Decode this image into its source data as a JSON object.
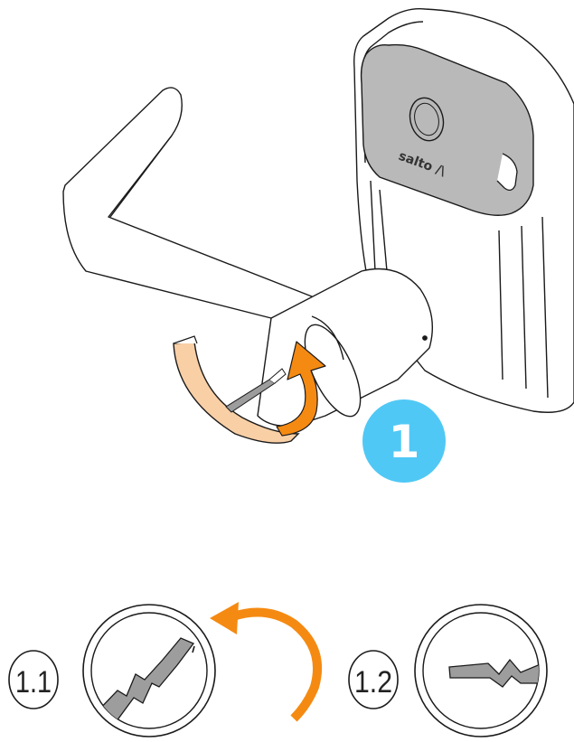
{
  "brand_text": "salto /\\",
  "step_main": "1",
  "sub_steps": [
    "1.1",
    "1.2"
  ],
  "colors": {
    "step_badge": "#50c8f5",
    "arrow": "#f58a12",
    "insert_strip": "#f9cfa6",
    "lock_panel": "#b9b9b9",
    "key_gray": "#9d9d9d",
    "line": "#1a1a1a"
  },
  "icons": [
    "door-lock-handle-illustration",
    "rotate-arrow-icon",
    "key-detail-tilted-icon",
    "key-detail-straight-icon"
  ]
}
